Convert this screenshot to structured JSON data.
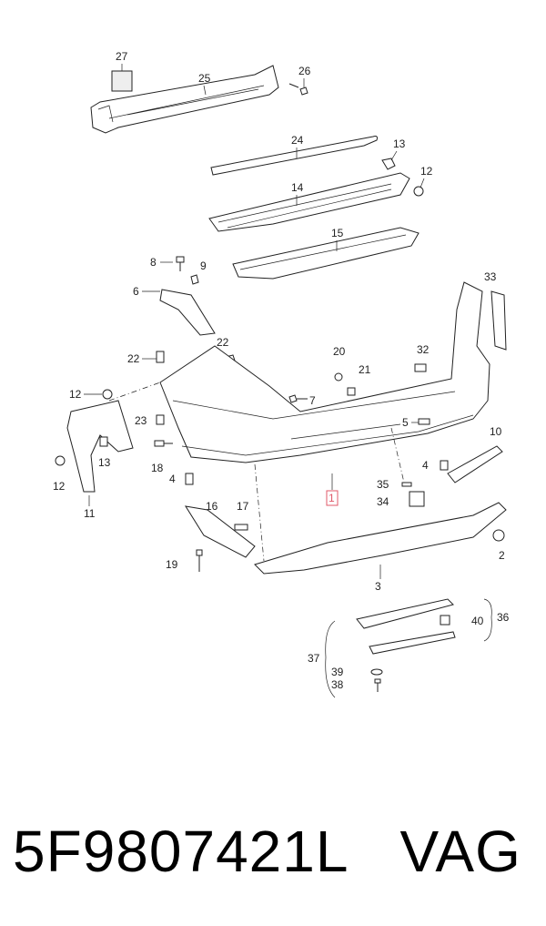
{
  "callouts": {
    "c1": "1",
    "c2": "2",
    "c3": "3",
    "c4a": "4",
    "c4b": "4",
    "c5": "5",
    "c6": "6",
    "c7": "7",
    "c8": "8",
    "c9": "9",
    "c10": "10",
    "c11": "11",
    "c12a": "12",
    "c12b": "12",
    "c12c": "12",
    "c13a": "13",
    "c13b": "13",
    "c14": "14",
    "c15": "15",
    "c16": "16",
    "c17": "17",
    "c18": "18",
    "c19": "19",
    "c20": "20",
    "c21": "21",
    "c22a": "22",
    "c22b": "22",
    "c23": "23",
    "c24": "24",
    "c25": "25",
    "c26": "26",
    "c27": "27",
    "c32": "32",
    "c33": "33",
    "c34": "34",
    "c35": "35",
    "c36": "36",
    "c37": "37",
    "c38": "38",
    "c39": "39",
    "c40": "40"
  },
  "footer": {
    "part_number": "5F9807421L",
    "brand": "VAG"
  },
  "colors": {
    "highlight": "#e05a6a",
    "line": "#222222"
  }
}
